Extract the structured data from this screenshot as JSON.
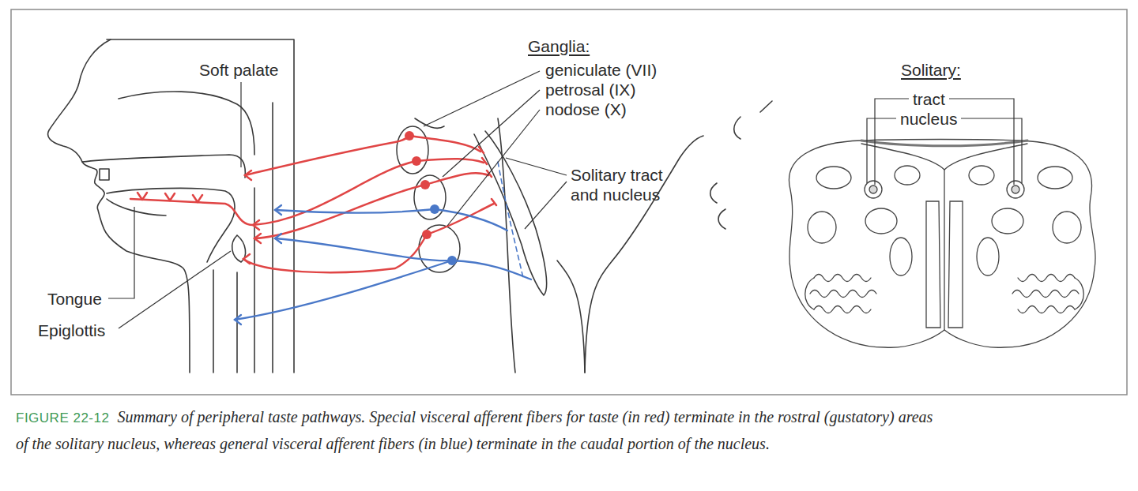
{
  "diagram": {
    "caption": "Summary of peripheral taste pathways. Special visceral afferent fibers for taste (in red) terminate in the rostral (gustatory) areas of the solitary nucleus, whereas general visceral afferent fibers (in blue) terminate in the caudal portion of the nucleus.",
    "labels": [
      "Soft palate",
      "Ganglia:",
      "geniculate (VII)",
      "petrosal (IX)",
      "nodose (X)",
      "Solitary tract and nucleus",
      "Solitary:",
      "tract",
      "nucleus",
      "Tongue",
      "Epiglottis",
      "FIGURE 22-12"
    ]
  }
}
